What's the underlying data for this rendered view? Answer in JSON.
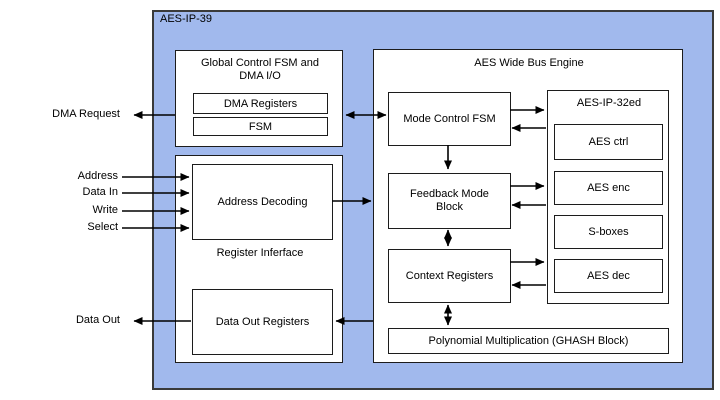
{
  "colors": {
    "container_fill": "#a1b9ed",
    "box_fill": "#ffffff",
    "border": "#1c1c1c",
    "arrow": "#000000",
    "text": "#000000"
  },
  "outer": {
    "label": "AES-IP-39"
  },
  "global_block": {
    "title": "Global Control FSM and DMA I/O",
    "dma_registers": "DMA Registers",
    "fsm": "FSM"
  },
  "register_interface": {
    "label": "Register Inferface",
    "address_decoding": "Address Decoding",
    "data_out_registers": "Data Out Registers"
  },
  "engine": {
    "title": "AES Wide Bus Engine",
    "mode_control_fsm": "Mode Control FSM",
    "feedback_mode_block": "Feedback Mode Block",
    "context_registers": "Context Registers",
    "polynomial": "Polynomial Multiplication (GHASH Block)",
    "aes_ip_32ed": {
      "title": "AES-IP-32ed",
      "aes_ctrl": "AES ctrl",
      "aes_enc": "AES enc",
      "s_boxes": "S-boxes",
      "aes_dec": "AES dec"
    }
  },
  "signals": {
    "dma_request": "DMA Request",
    "address": "Address",
    "data_in": "Data In",
    "write": "Write",
    "select": "Select",
    "data_out": "Data Out"
  }
}
